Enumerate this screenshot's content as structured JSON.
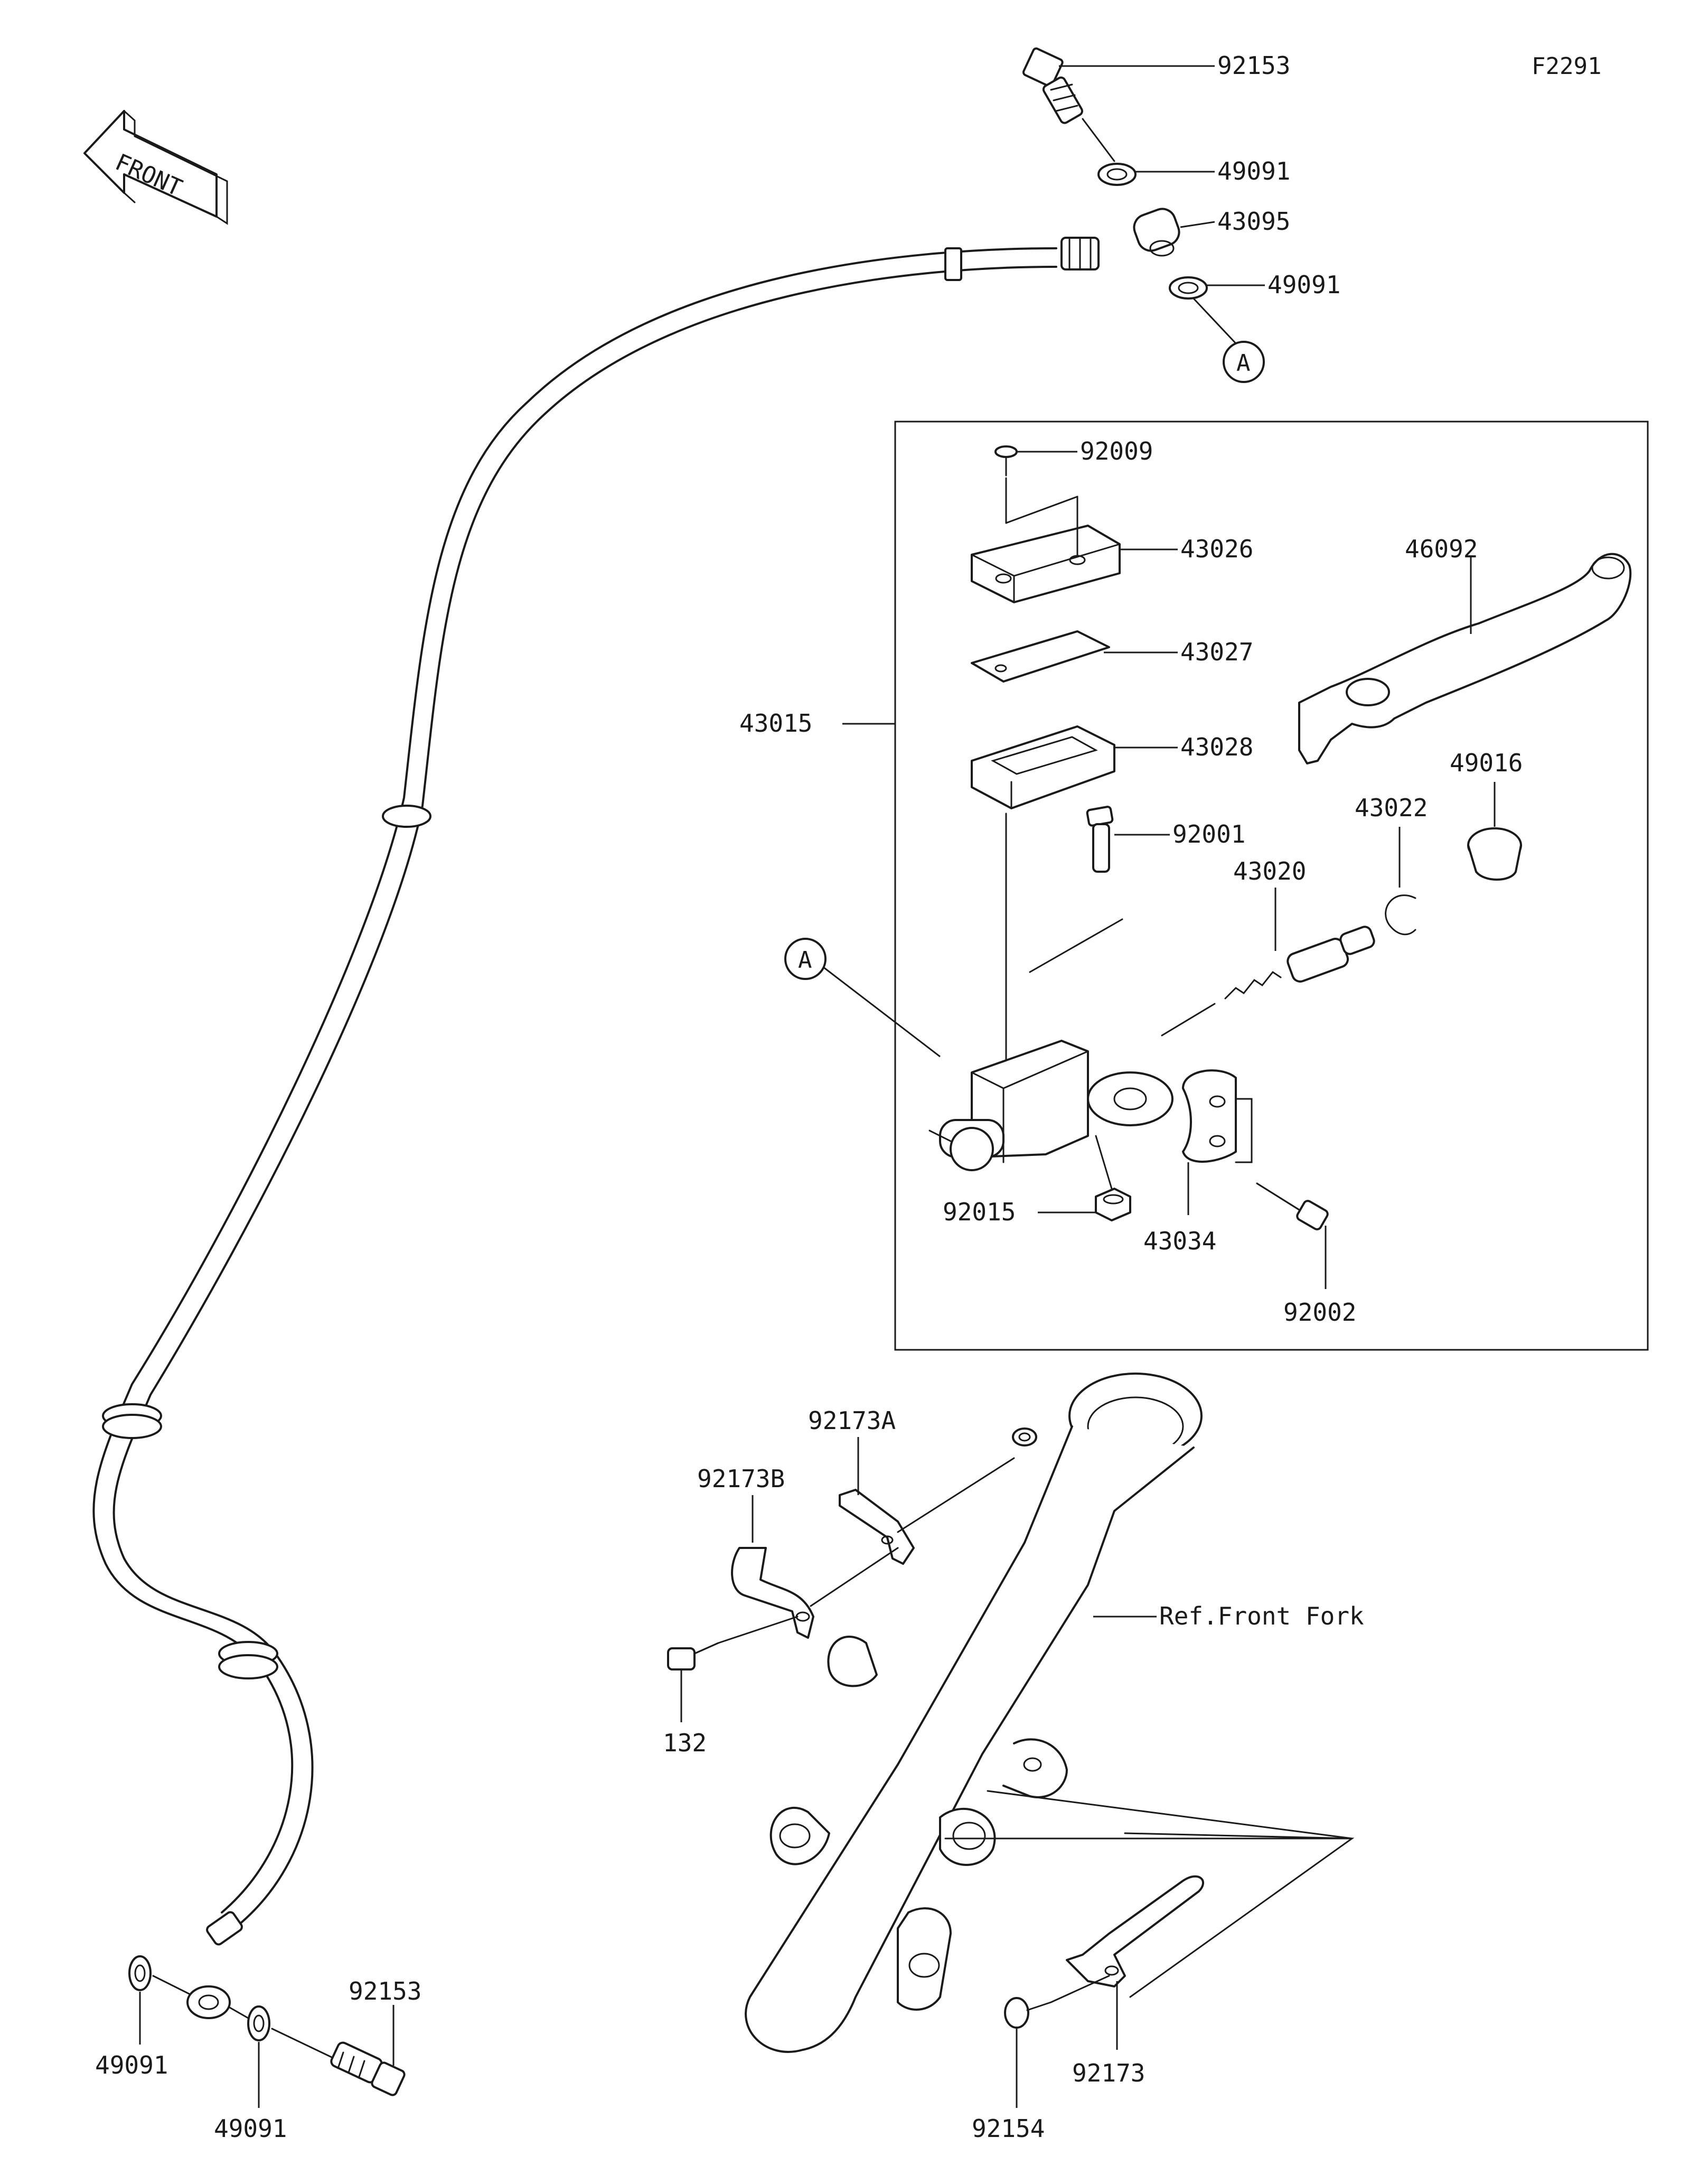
{
  "diagram_code": "F2291",
  "front_label": "FRONT",
  "callout_letter": "A",
  "labels": {
    "bolt_top": "92153",
    "washer_top_1": "49091",
    "hose_fitting": "43095",
    "washer_top_2": "49091",
    "screw_cap": "92009",
    "cap": "43026",
    "plate": "43027",
    "diaphragm": "43028",
    "master_cylinder_assy": "43015",
    "lever": "46092",
    "dust_boot": "49016",
    "circlip": "43022",
    "bolt_pivot": "92001",
    "piston_kit": "43020",
    "nut": "92015",
    "holder": "43034",
    "bolt_holder": "92002",
    "clamp_a": "92173A",
    "clamp_b": "92173B",
    "fork_ref": "Ref.Front Fork",
    "bolt_clamp": "132",
    "washer_bottom_1": "49091",
    "washer_bottom_2": "49091",
    "bolt_bottom": "92153",
    "bolt_fork": "92154",
    "clamp_fork": "92173"
  }
}
